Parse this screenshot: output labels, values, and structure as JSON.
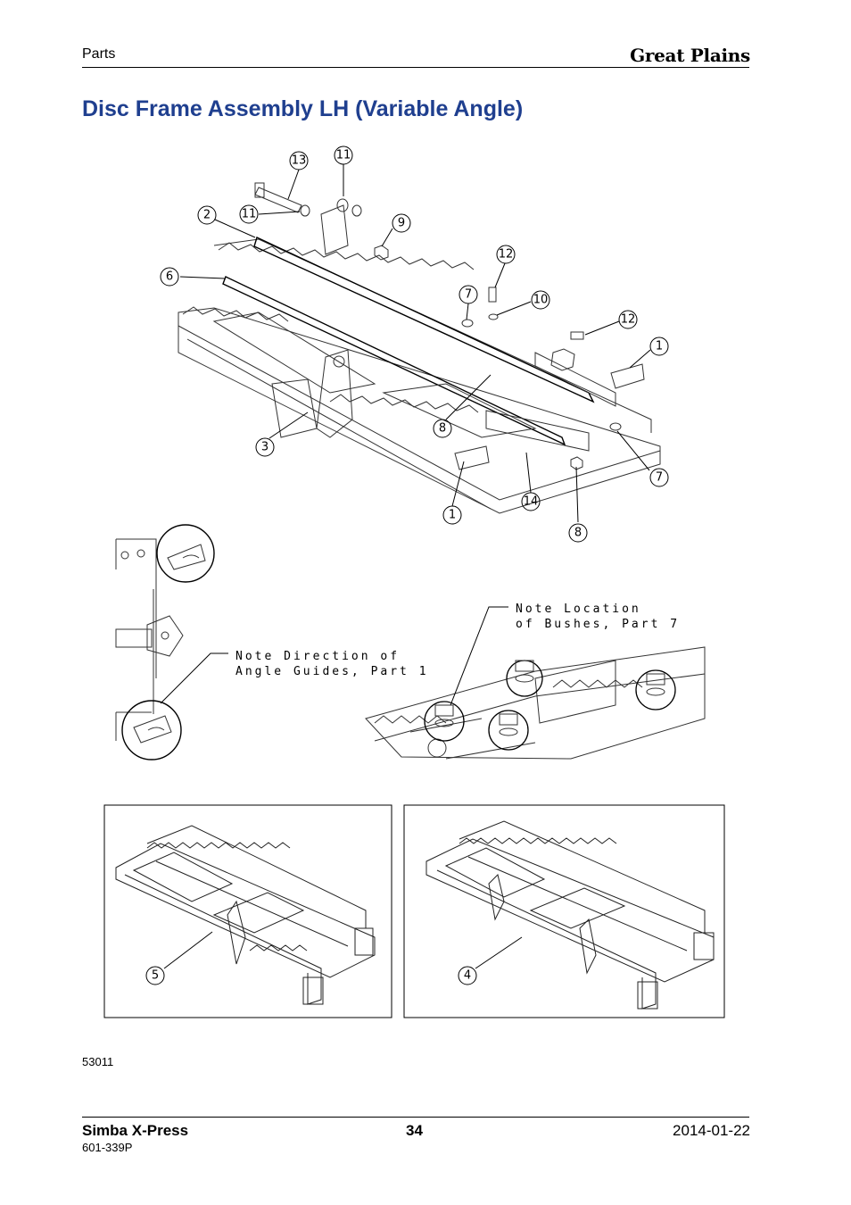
{
  "header": {
    "section": "Parts",
    "brand": "Great Plains"
  },
  "title": "Disc Frame Assembly LH (Variable Angle)",
  "callouts": {
    "c13": "13",
    "c11a": "11",
    "c11b": "11",
    "c2": "2",
    "c9": "9",
    "c6": "6",
    "c12a": "12",
    "c7a": "7",
    "c10": "10",
    "c12b": "12",
    "c1a": "1",
    "c8a": "8",
    "c3": "3",
    "c7b": "7",
    "c1b": "1",
    "c14": "14",
    "c8b": "8",
    "c5": "5",
    "c4": "4"
  },
  "notes": {
    "direction_line1": "Note Direction of",
    "direction_line2": "Angle Guides, Part 1",
    "location_line1": "Note Location",
    "location_line2": "of Bushes, Part 7"
  },
  "figure_id": "53011",
  "footer": {
    "product": "Simba X-Press",
    "page": "34",
    "date": "2014-01-22",
    "doc_number": "601-339P"
  }
}
